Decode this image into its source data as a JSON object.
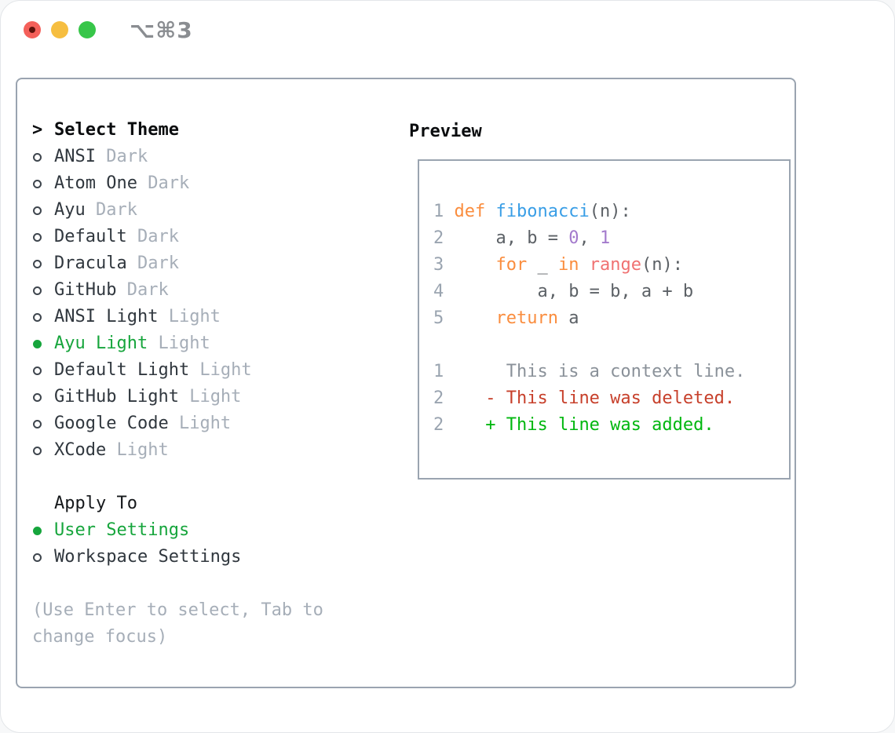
{
  "window": {
    "title": "⌥⌘3"
  },
  "theme_list": {
    "header": "Select Theme",
    "header_prefix": ">",
    "items": [
      {
        "name": "ANSI",
        "variant": "Dark",
        "selected": false
      },
      {
        "name": "Atom One",
        "variant": "Dark",
        "selected": false
      },
      {
        "name": "Ayu",
        "variant": "Dark",
        "selected": false
      },
      {
        "name": "Default",
        "variant": "Dark",
        "selected": false
      },
      {
        "name": "Dracula",
        "variant": "Dark",
        "selected": false
      },
      {
        "name": "GitHub",
        "variant": "Dark",
        "selected": false
      },
      {
        "name": "ANSI Light",
        "variant": "Light",
        "selected": false
      },
      {
        "name": "Ayu Light",
        "variant": "Light",
        "selected": true
      },
      {
        "name": "Default Light",
        "variant": "Light",
        "selected": false
      },
      {
        "name": "GitHub Light",
        "variant": "Light",
        "selected": false
      },
      {
        "name": "Google Code",
        "variant": "Light",
        "selected": false
      },
      {
        "name": "XCode",
        "variant": "Light",
        "selected": false
      }
    ]
  },
  "apply_to": {
    "header": "Apply To",
    "options": [
      {
        "label": "User Settings",
        "selected": true
      },
      {
        "label": "Workspace Settings",
        "selected": false
      }
    ]
  },
  "hint": "(Use Enter to select, Tab to change focus)",
  "preview": {
    "header": "Preview",
    "code_lines": [
      {
        "num": "1",
        "tokens": [
          {
            "t": "def",
            "c": "kw"
          },
          {
            "t": " ",
            "c": "tx"
          },
          {
            "t": "fibonacci",
            "c": "fn"
          },
          {
            "t": "(n):",
            "c": "tx"
          }
        ]
      },
      {
        "num": "2",
        "tokens": [
          {
            "t": "    a, b = ",
            "c": "tx"
          },
          {
            "t": "0",
            "c": "num"
          },
          {
            "t": ", ",
            "c": "tx"
          },
          {
            "t": "1",
            "c": "num"
          }
        ]
      },
      {
        "num": "3",
        "tokens": [
          {
            "t": "    ",
            "c": "tx"
          },
          {
            "t": "for",
            "c": "kw"
          },
          {
            "t": " _ ",
            "c": "tx"
          },
          {
            "t": "in",
            "c": "kw"
          },
          {
            "t": " ",
            "c": "tx"
          },
          {
            "t": "range",
            "c": "bi"
          },
          {
            "t": "(n):",
            "c": "tx"
          }
        ]
      },
      {
        "num": "4",
        "tokens": [
          {
            "t": "        a, b = b, a + b",
            "c": "tx"
          }
        ]
      },
      {
        "num": "5",
        "tokens": [
          {
            "t": "    ",
            "c": "tx"
          },
          {
            "t": "return",
            "c": "kw"
          },
          {
            "t": " a",
            "c": "tx"
          }
        ]
      }
    ],
    "diff_lines": [
      {
        "num": "1",
        "prefix": "     ",
        "text": "This is a context line.",
        "kind": "context"
      },
      {
        "num": "2",
        "prefix": "   - ",
        "text": "This line was deleted.",
        "kind": "deleted"
      },
      {
        "num": "2",
        "prefix": "   + ",
        "text": "This line was added.",
        "kind": "added"
      }
    ]
  },
  "colors": {
    "selection": "#16a53c",
    "itemText": "#30373e",
    "mutedText": "#a6aeb8",
    "border": "#9aa4b0",
    "titleText": "#8a8d91",
    "trafficRed": "#f4605a",
    "trafficYellow": "#f6be40",
    "trafficGreen": "#37c649",
    "keyword": "#fa8d3e",
    "function": "#399ee6",
    "number": "#a37acc",
    "builtin": "#f07171",
    "codeText": "#5c6166",
    "lineNum": "#9aa4b0",
    "context": "#8a9199",
    "deleted": "#c7402b",
    "added": "#00b70f"
  }
}
